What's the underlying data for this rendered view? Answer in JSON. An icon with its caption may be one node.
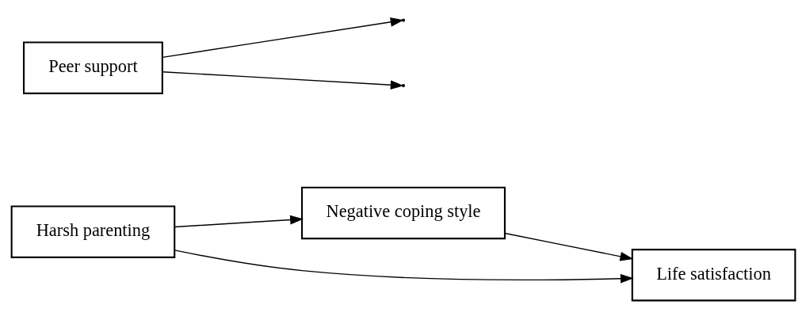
{
  "diagram": {
    "nodes": [
      {
        "text": [
          "Negative coping style"
        ]
      },
      {
        "text": [
          "Peer support"
        ]
      },
      {
        "text": [
          "Harsh parenting"
        ]
      },
      {
        "text": [
          "Life satisfaction"
        ]
      }
    ],
    "edges": [
      {
        "from": 2,
        "to": 0,
        "arrow": "to"
      },
      {
        "from": 0,
        "to": 3,
        "arrow": "to"
      },
      {
        "from": 2,
        "to": 3,
        "arrow": "to"
      },
      {
        "from": 1,
        "to": null,
        "arrow": "to"
      },
      {
        "from": 1,
        "to": null,
        "arrow": "to"
      }
    ]
  }
}
